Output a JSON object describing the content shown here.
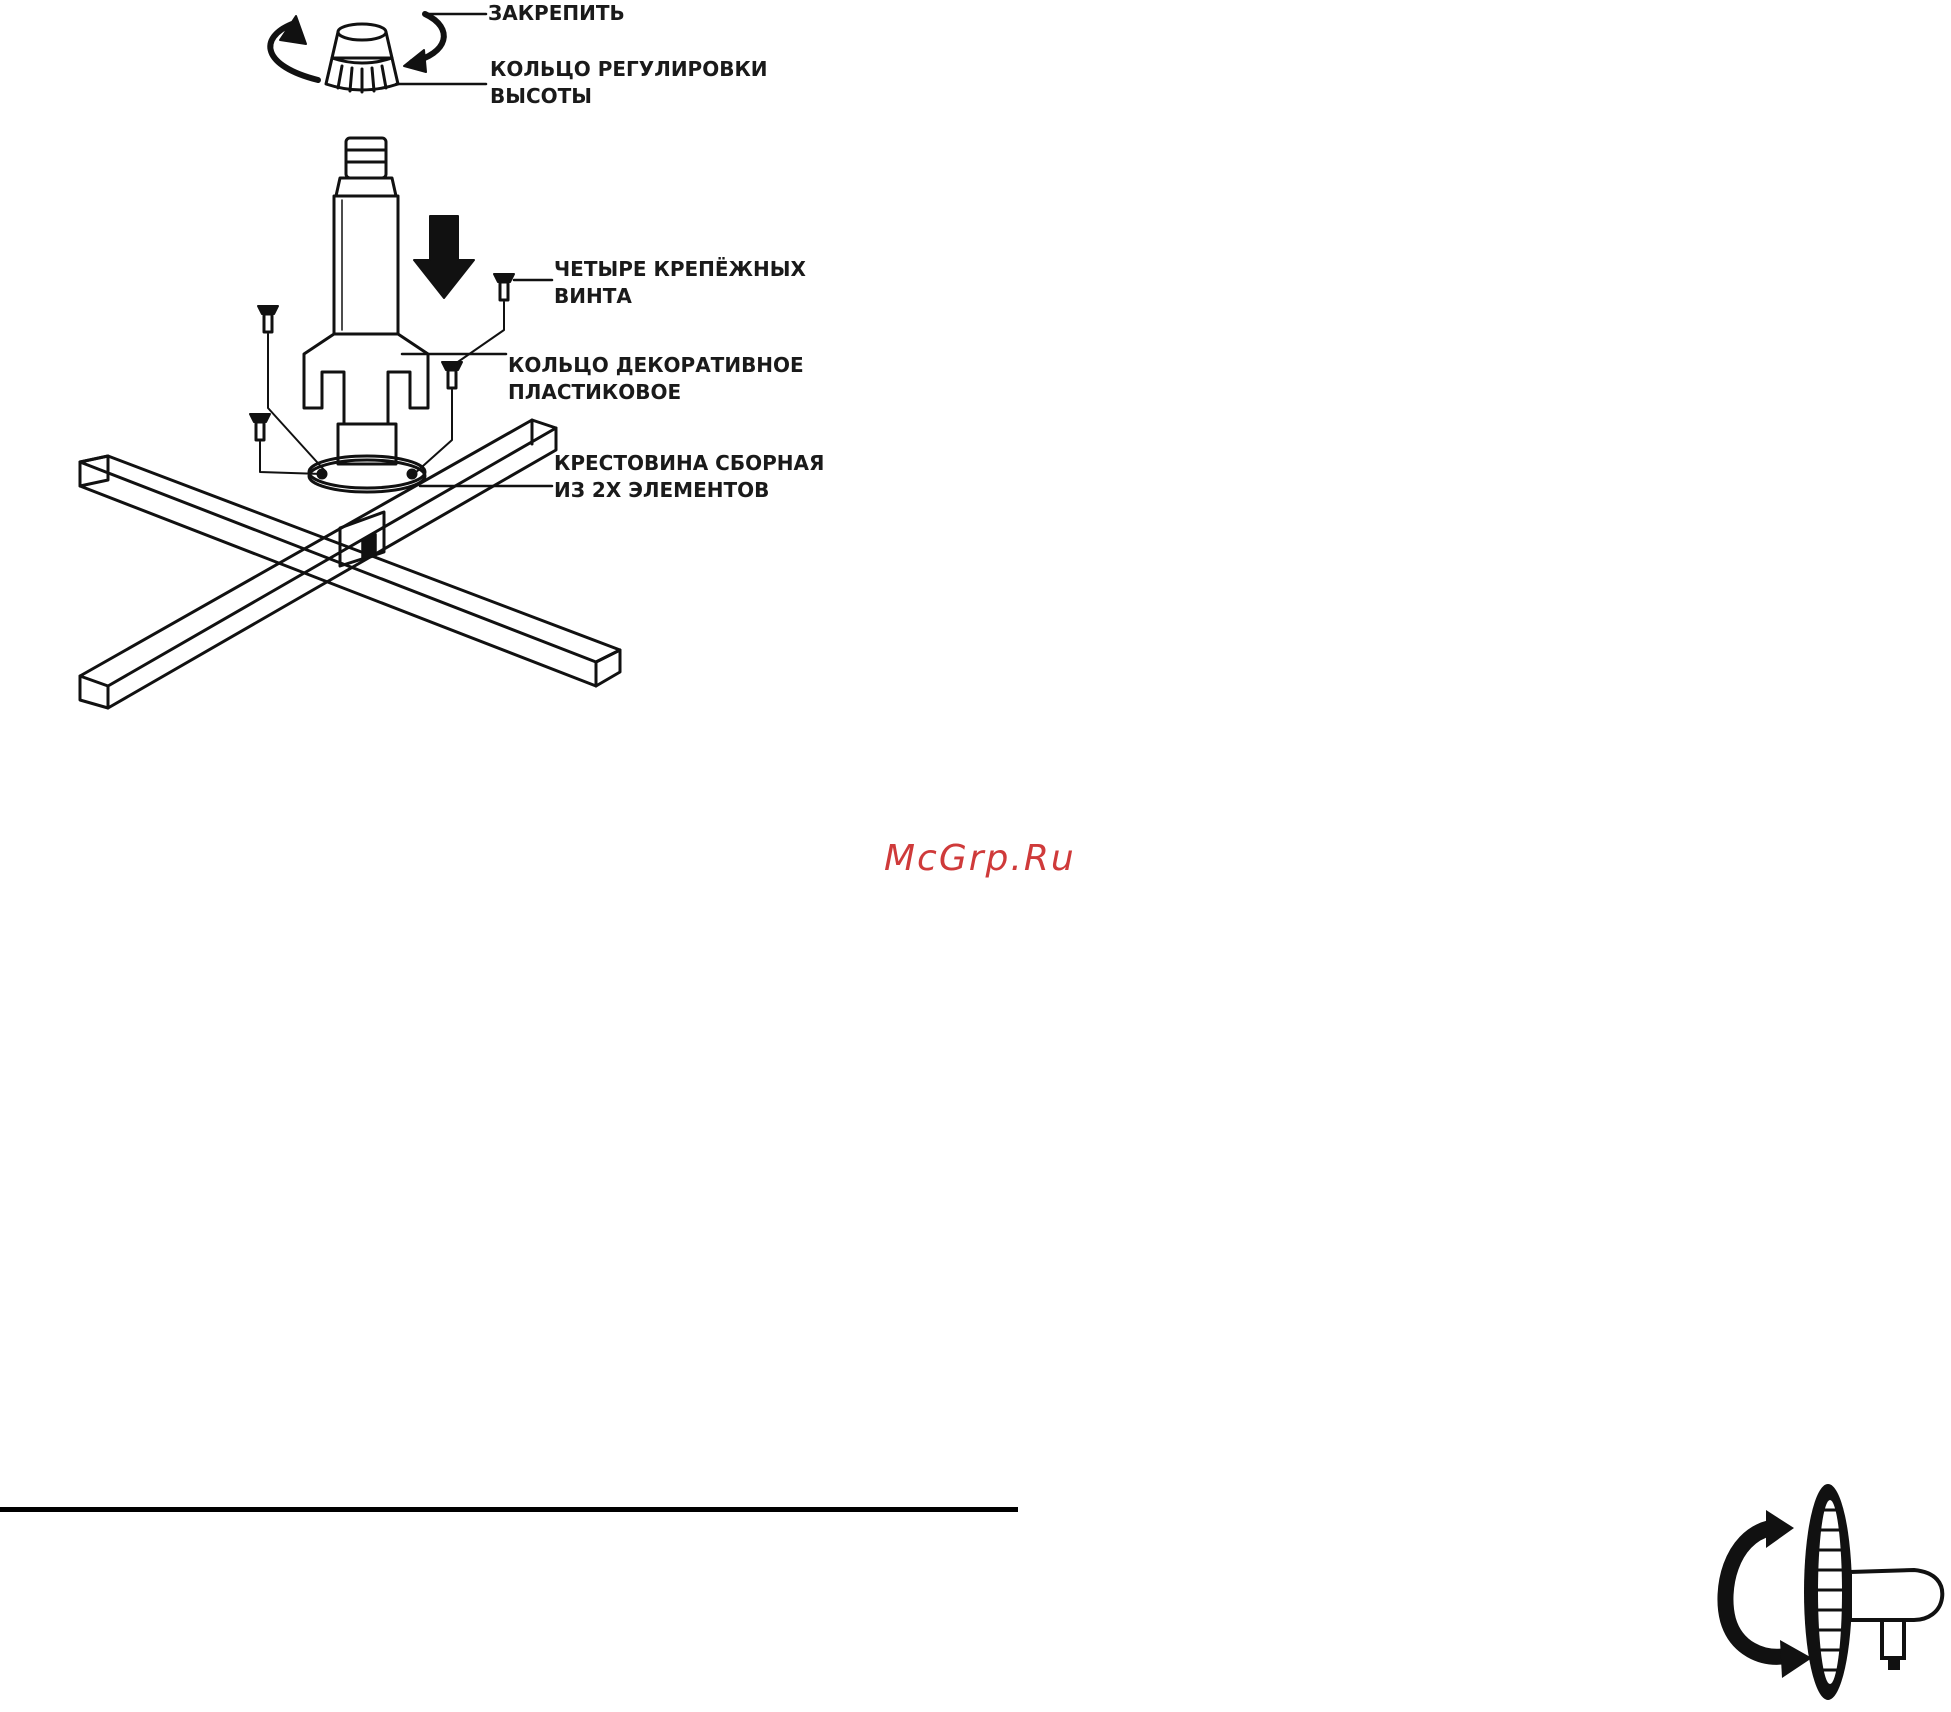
{
  "labels": {
    "fix": "ЗАКРЕПИТЬ",
    "height_ring": [
      "КОЛЬЦО РЕГУЛИРОВКИ",
      "ВЫСОТЫ"
    ],
    "screws": [
      "ЧЕТЫРЕ КРЕПЁЖНЫХ",
      "ВИНТА"
    ],
    "decorative_ring": [
      "КОЛЬЦО ДЕКОРАТИВНОЕ",
      "ПЛАСТИКОВОЕ"
    ],
    "cross_base": [
      "КРЕСТОВИНА СБОРНАЯ",
      "ИЗ 2Х ЭЛЕМЕНТОВ"
    ]
  },
  "watermark": "McGrp.Ru",
  "icons": {
    "rotate": "rotate-arrow-icon",
    "fan": "fan-side-icon",
    "down": "down-arrow-icon"
  }
}
